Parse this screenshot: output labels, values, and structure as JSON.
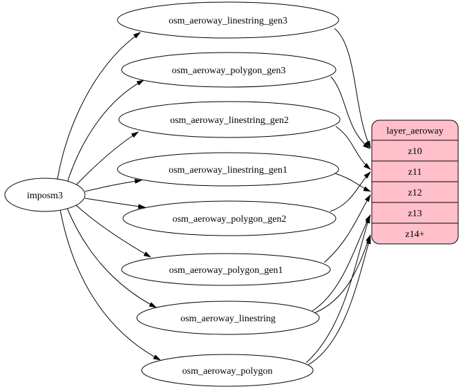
{
  "diagram": {
    "background_color": "#ffffff",
    "edge_color": "#000000",
    "table_node_fill": "#ffffff",
    "table_node_stroke": "#000000",
    "layer_node_fill": "#ffc0cb",
    "layer_node_stroke": "#000000",
    "source_node": {
      "id": "imposm3",
      "label": "imposm3"
    },
    "table_nodes": [
      {
        "id": "osm_aeroway_linestring_gen3",
        "label": "osm_aeroway_linestring_gen3"
      },
      {
        "id": "osm_aeroway_polygon_gen3",
        "label": "osm_aeroway_polygon_gen3"
      },
      {
        "id": "osm_aeroway_linestring_gen2",
        "label": "osm_aeroway_linestring_gen2"
      },
      {
        "id": "osm_aeroway_linestring_gen1",
        "label": "osm_aeroway_linestring_gen1"
      },
      {
        "id": "osm_aeroway_polygon_gen2",
        "label": "osm_aeroway_polygon_gen2"
      },
      {
        "id": "osm_aeroway_polygon_gen1",
        "label": "osm_aeroway_polygon_gen1"
      },
      {
        "id": "osm_aeroway_linestring",
        "label": "osm_aeroway_linestring"
      },
      {
        "id": "osm_aeroway_polygon",
        "label": "osm_aeroway_polygon"
      }
    ],
    "layer_node": {
      "id": "layer_aeroway",
      "title": "layer_aeroway",
      "rows": [
        "z10",
        "z11",
        "z12",
        "z13",
        "z14+"
      ]
    },
    "edges": [
      {
        "from": "imposm3",
        "to": "osm_aeroway_linestring_gen3"
      },
      {
        "from": "imposm3",
        "to": "osm_aeroway_polygon_gen3"
      },
      {
        "from": "imposm3",
        "to": "osm_aeroway_linestring_gen2"
      },
      {
        "from": "imposm3",
        "to": "osm_aeroway_linestring_gen1"
      },
      {
        "from": "imposm3",
        "to": "osm_aeroway_polygon_gen2"
      },
      {
        "from": "imposm3",
        "to": "osm_aeroway_polygon_gen1"
      },
      {
        "from": "imposm3",
        "to": "osm_aeroway_linestring"
      },
      {
        "from": "imposm3",
        "to": "osm_aeroway_polygon"
      },
      {
        "from": "osm_aeroway_linestring_gen3",
        "to": "z10"
      },
      {
        "from": "osm_aeroway_polygon_gen3",
        "to": "z10"
      },
      {
        "from": "osm_aeroway_linestring_gen2",
        "to": "z11"
      },
      {
        "from": "osm_aeroway_polygon_gen2",
        "to": "z11"
      },
      {
        "from": "osm_aeroway_linestring_gen1",
        "to": "z12"
      },
      {
        "from": "osm_aeroway_polygon_gen1",
        "to": "z12"
      },
      {
        "from": "osm_aeroway_linestring",
        "to": "z13"
      },
      {
        "from": "osm_aeroway_polygon",
        "to": "z13"
      },
      {
        "from": "osm_aeroway_linestring",
        "to": "z14+"
      },
      {
        "from": "osm_aeroway_polygon",
        "to": "z14+"
      }
    ]
  }
}
